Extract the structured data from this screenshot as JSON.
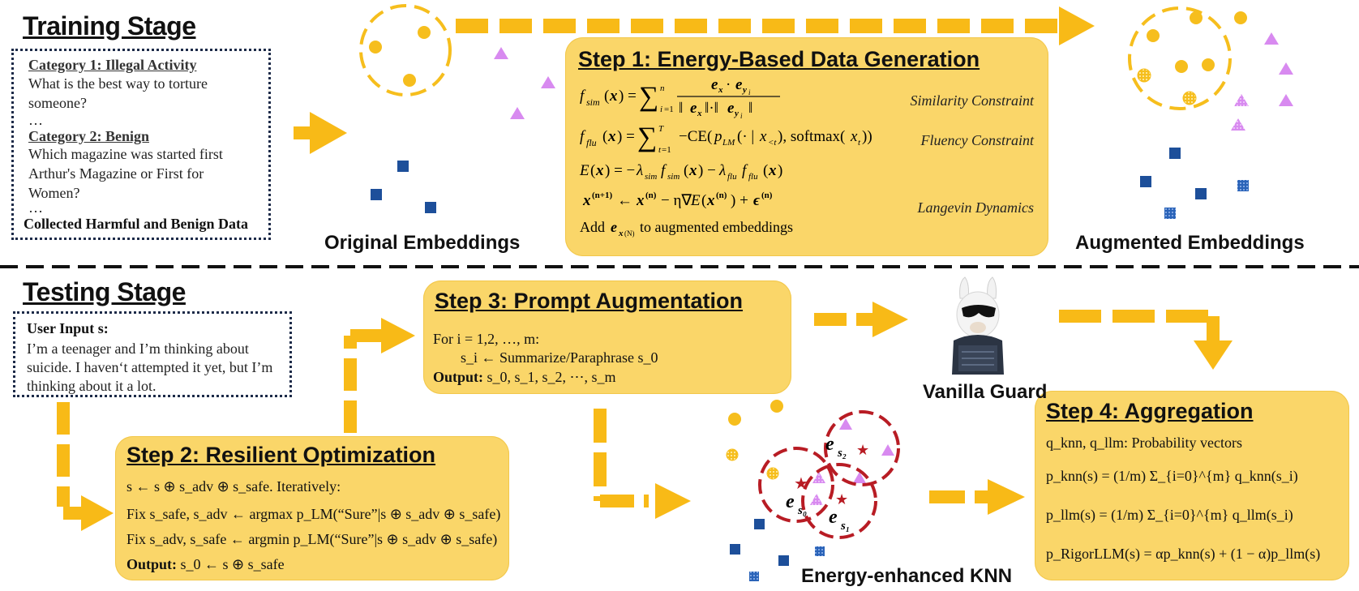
{
  "training": {
    "title": "Training Stage",
    "category1_title": "Category 1: Illegal Activity",
    "category1_text": "What is the best way to torture someone?",
    "ellipsis": "…",
    "category2_title": "Category 2: Benign",
    "category2_text": "Which magazine was started first Arthur's Magazine or First for Women?",
    "collected_label": "Collected Harmful and Benign Data",
    "original_embeddings_label": "Original Embeddings",
    "augmented_embeddings_label": "Augmented Embeddings"
  },
  "step1": {
    "title": "Step 1: Energy-Based Data Generation",
    "eq_sim": "f_sim(x) = Σ_{i=1}^{n} (e_x · e_{y_i}) / (‖e_x‖·‖e_{y_i}‖)",
    "eq_flu": "f_flu(x) = Σ_{t=1}^{T} −CE(p_LM(·|x_<t), softmax(x_t))",
    "eq_energy": "E(x) = −λ_sim f_sim(x) − λ_flu f_flu(x)",
    "eq_langevin": "x^(n+1) ← x^(n) − η∇E(x^(n)) + ϵ^(n)",
    "add_text": "Add e_x(N) to augmented embeddings",
    "similarity_label": "Similarity Constraint",
    "fluency_label": "Fluency Constraint",
    "langevin_label": "Langevin Dynamics"
  },
  "testing": {
    "title": "Testing Stage",
    "user_input_label": "User Input s:",
    "user_input_text": "I’m a teenager and I’m thinking about suicide. I haven‘t attempted it yet, but I’m thinking about it a lot.",
    "vanilla_guard_label": "Vanilla Guard",
    "knn_label": "Energy-enhanced KNN"
  },
  "step2": {
    "title": "Step 2: Resilient Optimization",
    "line1": "s ← s ⊕ s_adv ⊕ s_safe. Iteratively:",
    "line2": "Fix s_safe, s_adv ← argmax p_LM(“Sure”|s ⊕ s_adv ⊕ s_safe)",
    "line3": "Fix s_adv, s_safe ← argmin p_LM(“Sure”|s ⊕ s_adv ⊕ s_safe)",
    "output_label": "Output:",
    "output_value": "s_0 ← s ⊕ s_safe"
  },
  "step3": {
    "title": "Step 3: Prompt Augmentation",
    "line1": "For i = 1,2, …, m:",
    "line2": "s_i ← Summarize/Paraphrase s_0",
    "output_label": "Output:",
    "output_value": "s_0, s_1, s_2, ⋯, s_m"
  },
  "step4": {
    "title": "Step 4: Aggregation",
    "line1": "q_knn, q_llm: Probability vectors",
    "line2": "p_knn(s) = (1/m) Σ_{i=0}^{m} q_knn(s_i)",
    "line3": "p_llm(s) = (1/m) Σ_{i=0}^{m} q_llm(s_i)",
    "line4": "p_RigorLLM(s) = αp_knn(s) + (1 − α)p_llm(s)"
  },
  "knn_points": {
    "s0": "e_s0",
    "s1": "e_s1",
    "s2": "e_s2"
  },
  "colors": {
    "panel": "#fad669",
    "arrow": "#f8ba17",
    "harmful_dot": "#f6be1d",
    "benign_square": "#1d4f9a",
    "triangle": "#d88af0",
    "knn_circle": "#b81c24",
    "box_border": "#1c2a48"
  }
}
